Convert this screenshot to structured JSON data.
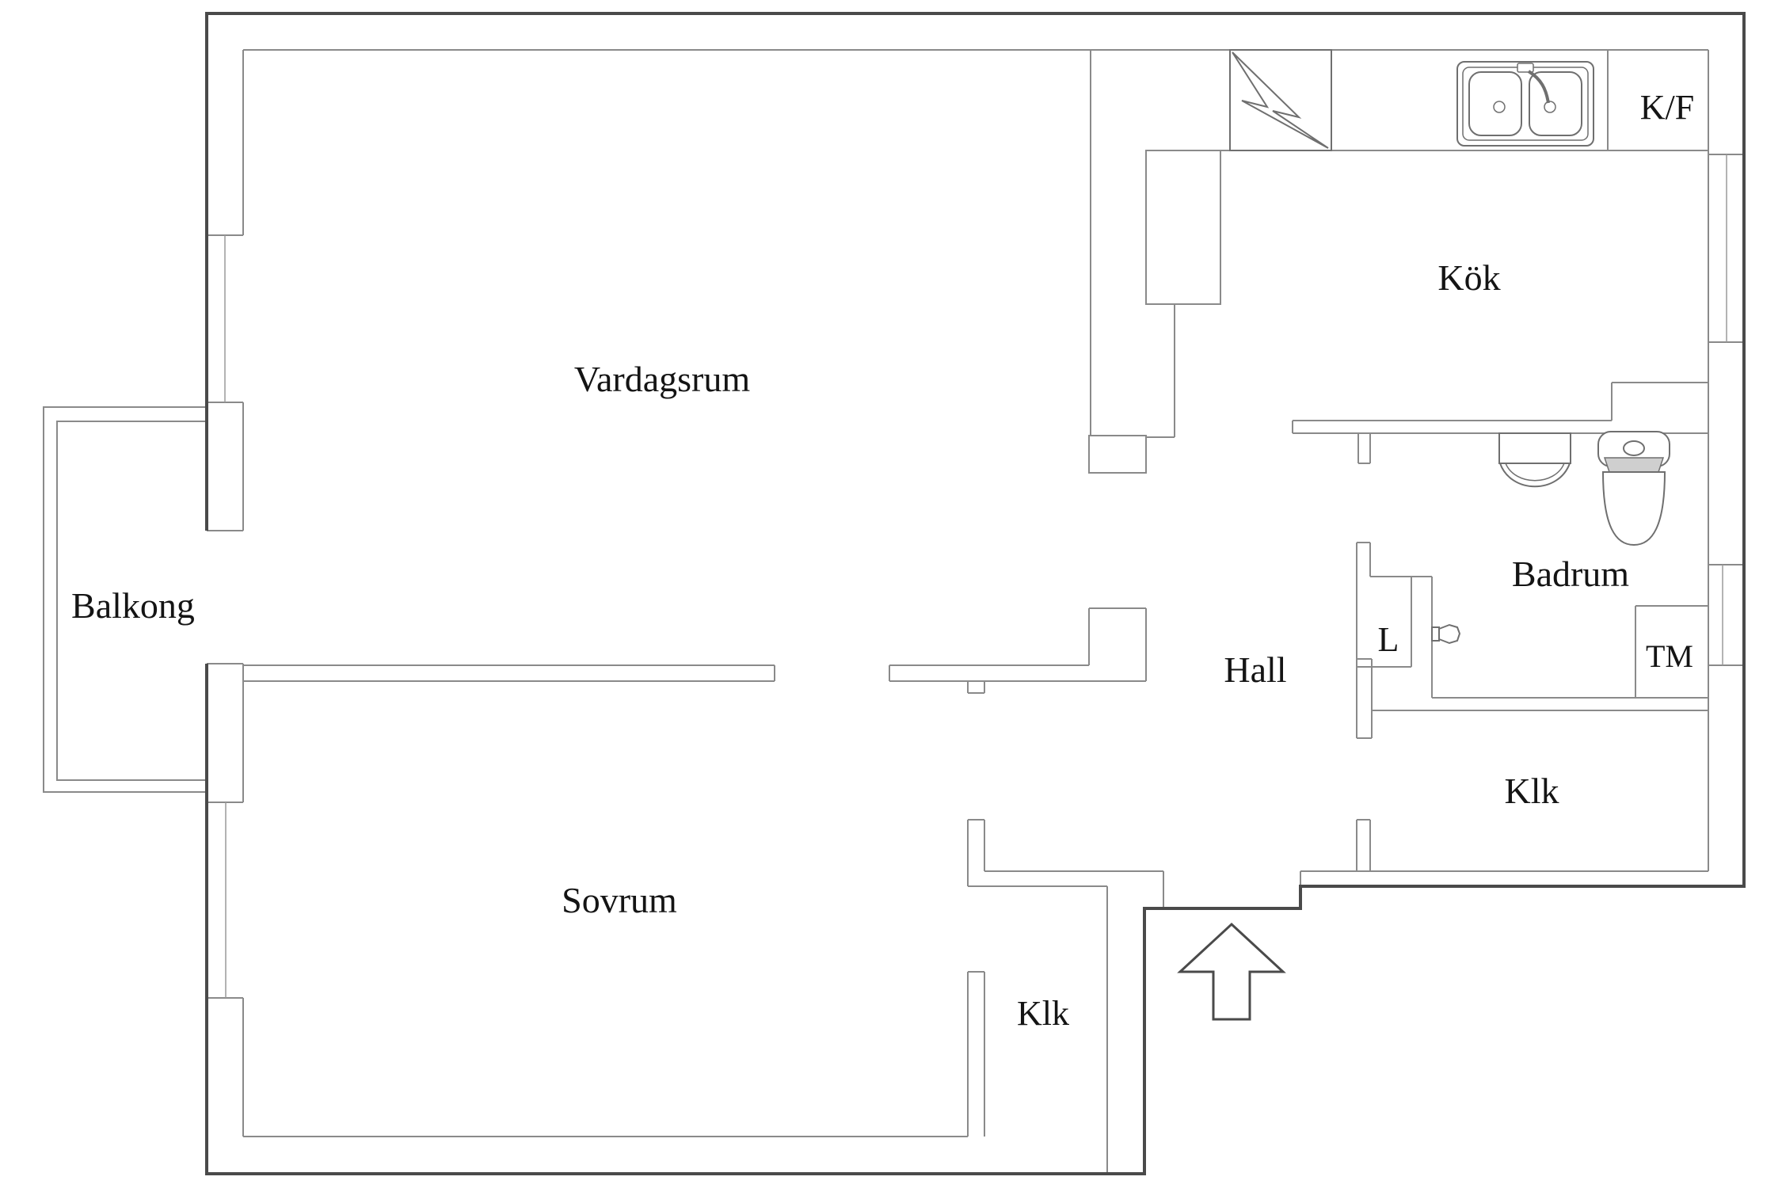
{
  "plan": {
    "type": "apartment-floor-plan",
    "colors": {
      "background": "#ffffff",
      "interior_wall": "#8a8a8a",
      "outer_wall": "#4a4a4a",
      "glazing": "#9a9a9a",
      "label_text": "#141414",
      "fixture_stroke": "#6f6f6f",
      "toilet_shade": "#cfcfcf"
    },
    "rooms": [
      {
        "id": "vardagsrum",
        "label": "Vardagsrum"
      },
      {
        "id": "kok",
        "label": "Kök"
      },
      {
        "id": "kf",
        "label": "K/F"
      },
      {
        "id": "balkong",
        "label": "Balkong"
      },
      {
        "id": "badrum",
        "label": "Badrum"
      },
      {
        "id": "hall",
        "label": "Hall"
      },
      {
        "id": "linen",
        "label": "L"
      },
      {
        "id": "tm",
        "label": "TM"
      },
      {
        "id": "klk_east",
        "label": "Klk"
      },
      {
        "id": "sovrum",
        "label": "Sovrum"
      },
      {
        "id": "klk_south",
        "label": "Klk"
      }
    ],
    "fixtures": [
      {
        "id": "stove",
        "icon": "lightning-icon"
      },
      {
        "id": "kitchen_sink",
        "icon": "double-sink-icon"
      },
      {
        "id": "bathroom_sink",
        "icon": "washbasin-icon"
      },
      {
        "id": "toilet",
        "icon": "toilet-icon"
      },
      {
        "id": "door_handle",
        "icon": "door-knob-icon"
      },
      {
        "id": "entrance",
        "icon": "entrance-arrow-icon"
      }
    ]
  }
}
